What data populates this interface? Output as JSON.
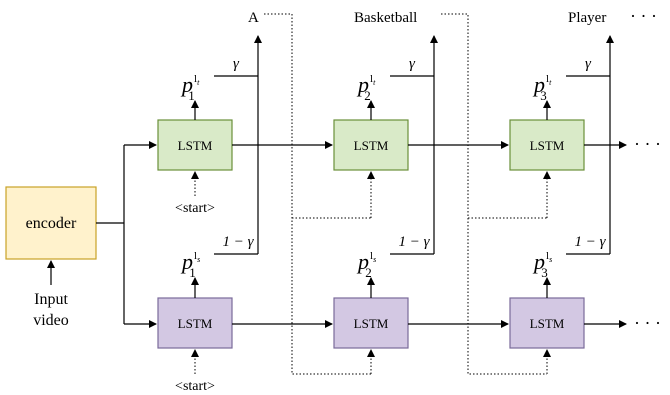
{
  "encoder": {
    "label": "encoder",
    "fill": "#FFF2CC",
    "stroke": "#C9A227",
    "input_label_line1": "Input",
    "input_label_line2": "video"
  },
  "lstm": {
    "label": "LSTM",
    "top_fill": "#D9EAC8",
    "top_stroke": "#6A8F3A",
    "bottom_fill": "#D3C8E3",
    "bottom_stroke": "#7A6A9A"
  },
  "start_token": "<start>",
  "outputs": [
    "A",
    "Basketball",
    "Player"
  ],
  "prob": {
    "symbol": "p",
    "subscripts": [
      "1",
      "2",
      "3"
    ],
    "top_superscript": "l",
    "top_superscript_sub": "t",
    "bottom_superscript": "l",
    "bottom_superscript_sub": "s"
  },
  "weights": {
    "gamma": "γ",
    "one_minus_gamma": "1 − γ"
  },
  "ellipsis": "· · ·"
}
